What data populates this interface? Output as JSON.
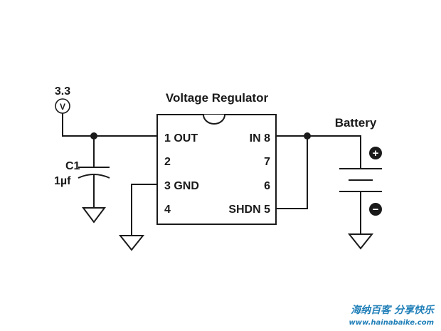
{
  "title": "Voltage Regulator",
  "supply": {
    "value": "3.3",
    "symbol": "V"
  },
  "capacitor": {
    "ref": "C1",
    "value": "1µf"
  },
  "battery": {
    "label": "Battery",
    "plus": "+",
    "minus": "−"
  },
  "pins": {
    "p1": "1 OUT",
    "p2": "2",
    "p3": "3 GND",
    "p4": "4",
    "p8": "IN 8",
    "p7": "7",
    "p6": "6",
    "p5": "SHDN 5"
  },
  "watermark": {
    "cn": "海纳百客 分享快乐",
    "url": "www.hainabaike.com"
  }
}
